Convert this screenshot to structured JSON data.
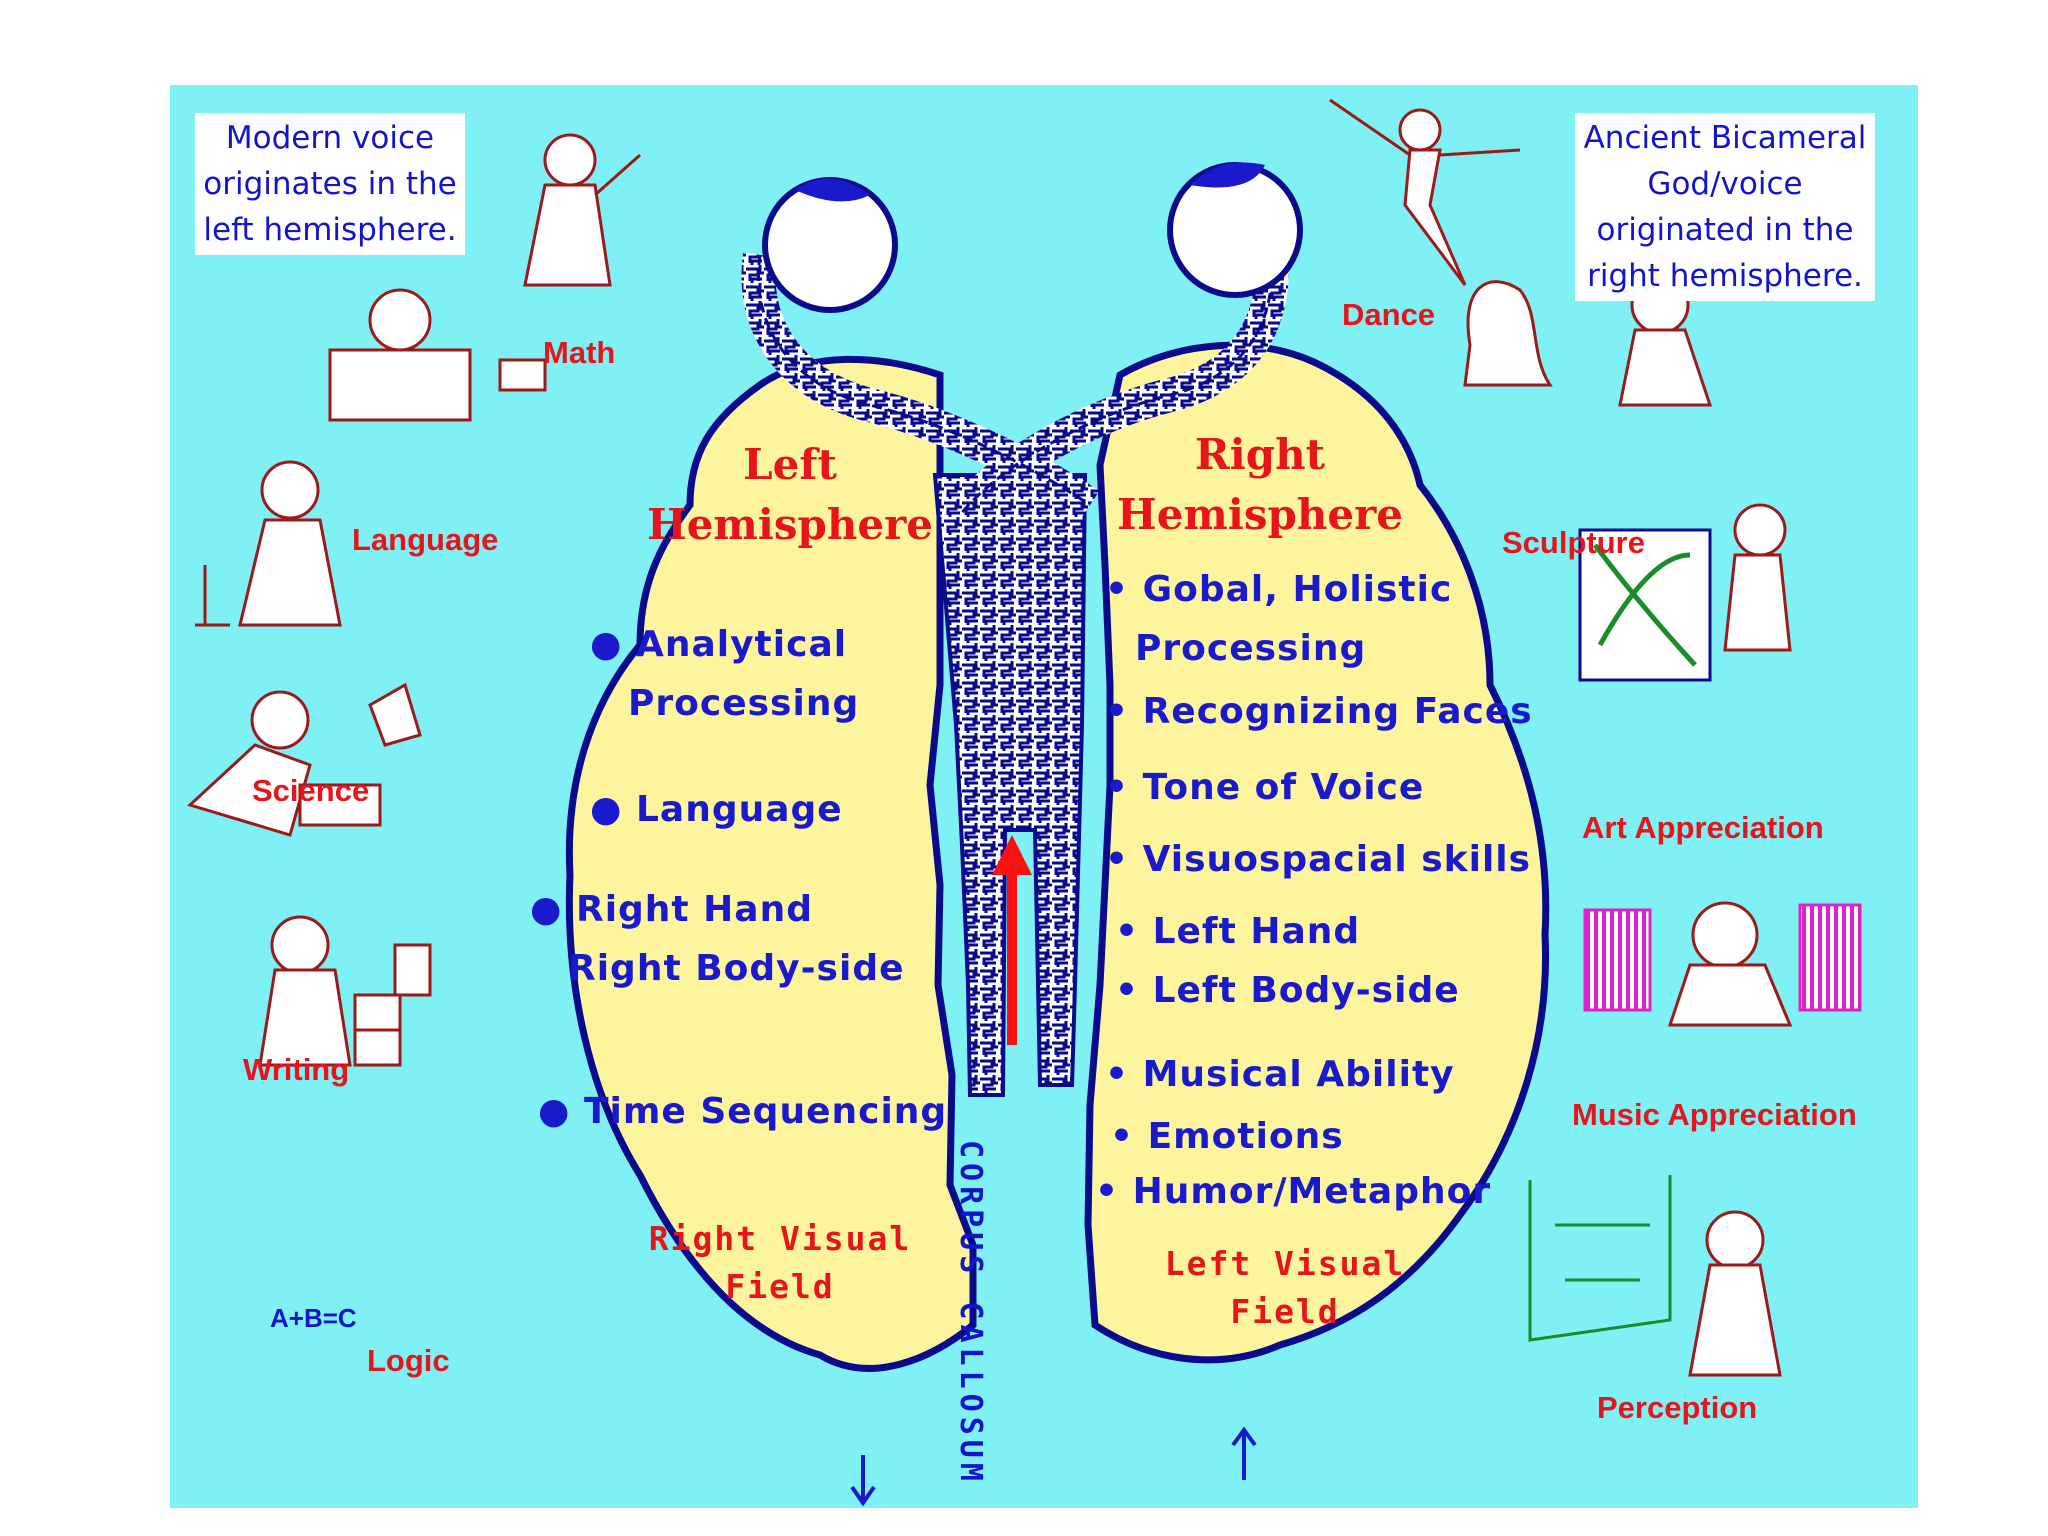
{
  "notes": {
    "left": "Modern voice originates in the left hemisphere.",
    "right": "Ancient Bicameral God/voice originated in the right hemisphere."
  },
  "left_hemisphere": {
    "title_line1": "Left",
    "title_line2": "Hemisphere",
    "items": [
      {
        "bullet": "●",
        "lines": [
          "Analytical",
          "Processing"
        ]
      },
      {
        "bullet": "●",
        "lines": [
          "Language"
        ]
      },
      {
        "bullet": "●",
        "lines": [
          "Right Hand",
          "Right Body-side"
        ]
      },
      {
        "bullet": "●",
        "lines": [
          "Time Sequencing"
        ]
      }
    ],
    "field_line1": "Right Visual",
    "field_line2": "Field"
  },
  "right_hemisphere": {
    "title_line1": "Right",
    "title_line2": "Hemisphere",
    "items": [
      {
        "bullet": "•",
        "lines": [
          "Gobal, Holistic",
          "Processing"
        ]
      },
      {
        "bullet": "•",
        "lines": [
          "Recognizing Faces"
        ]
      },
      {
        "bullet": "•",
        "lines": [
          "Tone of Voice"
        ]
      },
      {
        "bullet": "•",
        "lines": [
          "Visuospacial skills"
        ]
      },
      {
        "bullet": "•",
        "lines": [
          "Left Hand"
        ]
      },
      {
        "bullet": "•",
        "lines": [
          "Left Body-side"
        ]
      },
      {
        "bullet": "•",
        "lines": [
          "Musical Ability"
        ]
      },
      {
        "bullet": "•",
        "lines": [
          "Emotions"
        ]
      },
      {
        "bullet": "•",
        "lines": [
          "Humor/Metaphor"
        ]
      }
    ],
    "field_line1": "Left Visual",
    "field_line2": "Field"
  },
  "corpus_callosum": "CORPUS CALLOSUM",
  "activities": {
    "math": "Math",
    "language": "Language",
    "science": "Science",
    "writing": "Writing",
    "logic": "Logic",
    "logic_formula": "A+B=C",
    "dance": "Dance",
    "sculpture": "Sculpture",
    "art": "Art Appreciation",
    "music": "Music Appreciation",
    "perception": "Perception"
  },
  "colors": {
    "background": "#7ff0f4",
    "hemisphere_fill": "#fdf59e",
    "outline": "#0a0a8c",
    "label_red": "#e8141c",
    "text_blue": "#1a1acc",
    "eye_iris": "#1a1acc",
    "arrow_red": "#ff1010",
    "figure_brown": "#9c1a1a"
  }
}
